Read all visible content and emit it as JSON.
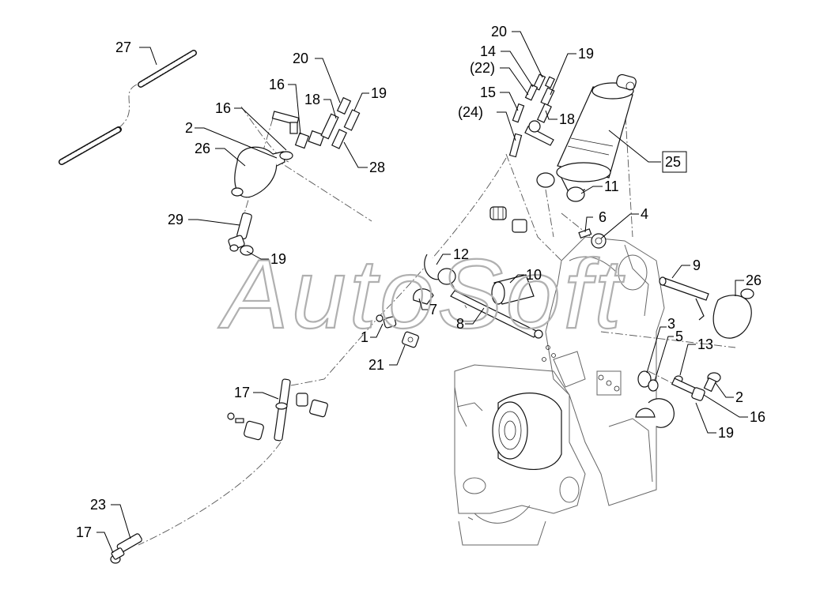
{
  "watermark": "AutoSoft",
  "callouts": [
    {
      "id": "c27",
      "text": "27"
    },
    {
      "id": "c20a",
      "text": "20"
    },
    {
      "id": "c16a",
      "text": "16"
    },
    {
      "id": "c18a",
      "text": "18"
    },
    {
      "id": "c19a",
      "text": "19"
    },
    {
      "id": "c16b",
      "text": "16"
    },
    {
      "id": "c2a",
      "text": "2"
    },
    {
      "id": "c26a",
      "text": "26"
    },
    {
      "id": "c28",
      "text": "28"
    },
    {
      "id": "c29",
      "text": "29"
    },
    {
      "id": "c19b",
      "text": "19"
    },
    {
      "id": "c20b",
      "text": "20"
    },
    {
      "id": "c14",
      "text": "14"
    },
    {
      "id": "c22",
      "text": "(22)"
    },
    {
      "id": "c19c",
      "text": "19"
    },
    {
      "id": "c15",
      "text": "15"
    },
    {
      "id": "c24",
      "text": "(24)"
    },
    {
      "id": "c18b",
      "text": "18"
    },
    {
      "id": "c25",
      "text": "25"
    },
    {
      "id": "c11",
      "text": "11"
    },
    {
      "id": "c6",
      "text": "6"
    },
    {
      "id": "c4",
      "text": "4"
    },
    {
      "id": "c12",
      "text": "12"
    },
    {
      "id": "c10",
      "text": "10"
    },
    {
      "id": "c9",
      "text": "9"
    },
    {
      "id": "c26b",
      "text": "26"
    },
    {
      "id": "c7",
      "text": "7"
    },
    {
      "id": "c8",
      "text": "8"
    },
    {
      "id": "c1",
      "text": "1"
    },
    {
      "id": "c21",
      "text": "21"
    },
    {
      "id": "c3",
      "text": "3"
    },
    {
      "id": "c5",
      "text": "5"
    },
    {
      "id": "c13",
      "text": "13"
    },
    {
      "id": "c2b",
      "text": "2"
    },
    {
      "id": "c16c",
      "text": "16"
    },
    {
      "id": "c19d",
      "text": "19"
    },
    {
      "id": "c17a",
      "text": "17"
    },
    {
      "id": "c23",
      "text": "23"
    },
    {
      "id": "c17b",
      "text": "17"
    }
  ]
}
